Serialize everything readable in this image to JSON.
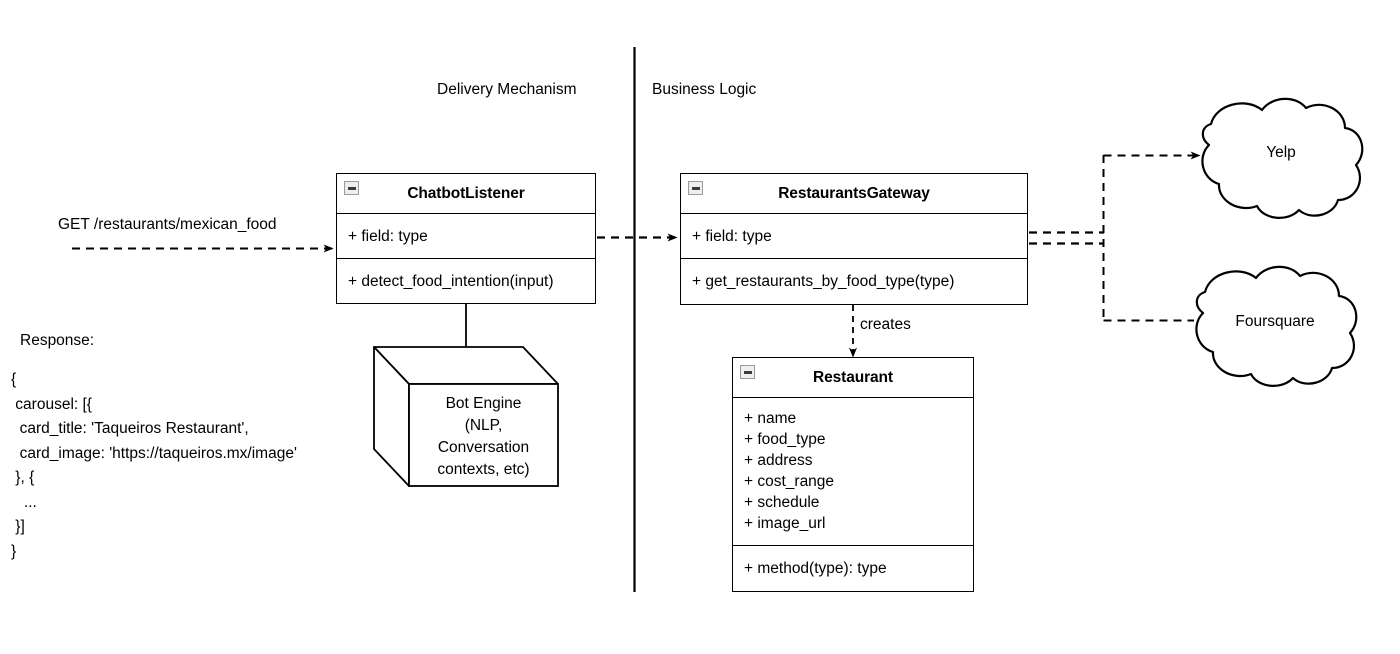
{
  "diagram": {
    "lanes": [
      {
        "label": "Delivery Mechanism"
      },
      {
        "label": "Business Logic"
      }
    ],
    "classes": [
      {
        "name": "ChatbotListener",
        "collapse_icon": "minus-square-icon",
        "attributes": [
          "+ field: type"
        ],
        "methods": [
          "+ detect_food_intention(input)"
        ]
      },
      {
        "name": "RestaurantsGateway",
        "collapse_icon": "minus-square-icon",
        "attributes": [
          "+ field: type"
        ],
        "methods": [
          "+ get_restaurants_by_food_type(type)"
        ]
      },
      {
        "name": "Restaurant",
        "collapse_icon": "minus-square-icon",
        "attributes": [
          "+ name",
          "+ food_type",
          "+ address",
          "+ cost_range",
          "+ schedule",
          "+ image_url"
        ],
        "methods": [
          "+ method(type): type"
        ]
      }
    ],
    "node": {
      "label": "Bot Engine\n(NLP,\nConversation\ncontexts, etc)"
    },
    "clouds": [
      {
        "label": "Yelp"
      },
      {
        "label": "Foursquare"
      }
    ],
    "edges": [
      {
        "label": "GET /restaurants/mexican_food"
      },
      {
        "label": "creates"
      }
    ],
    "response": {
      "heading": "Response:",
      "body": "{\n carousel: [{\n  card_title: 'Taqueiros Restaurant',\n  card_image: 'https://taqueiros.mx/image'\n }, {\n   ...\n }]\n}"
    },
    "colors": {
      "stroke": "#000000",
      "background": "#ffffff",
      "icon_fill": "#efefef",
      "icon_border": "#9b9b9b"
    }
  }
}
